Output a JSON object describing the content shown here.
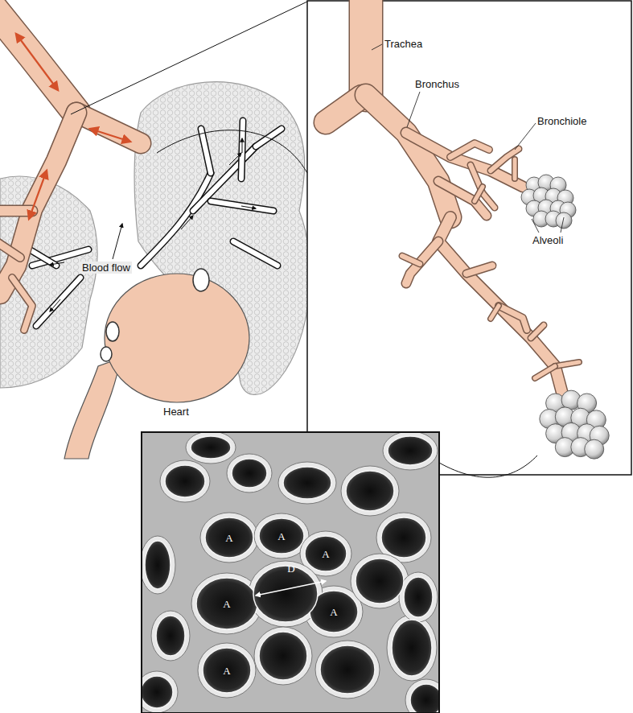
{
  "diagram": {
    "labels": [
      "Trachea",
      "Bronchus",
      "Bronchiole",
      "Alveoli",
      "Blood flow",
      "Heart",
      "A",
      "A",
      "A",
      "A",
      "A",
      "A",
      "D"
    ]
  }
}
